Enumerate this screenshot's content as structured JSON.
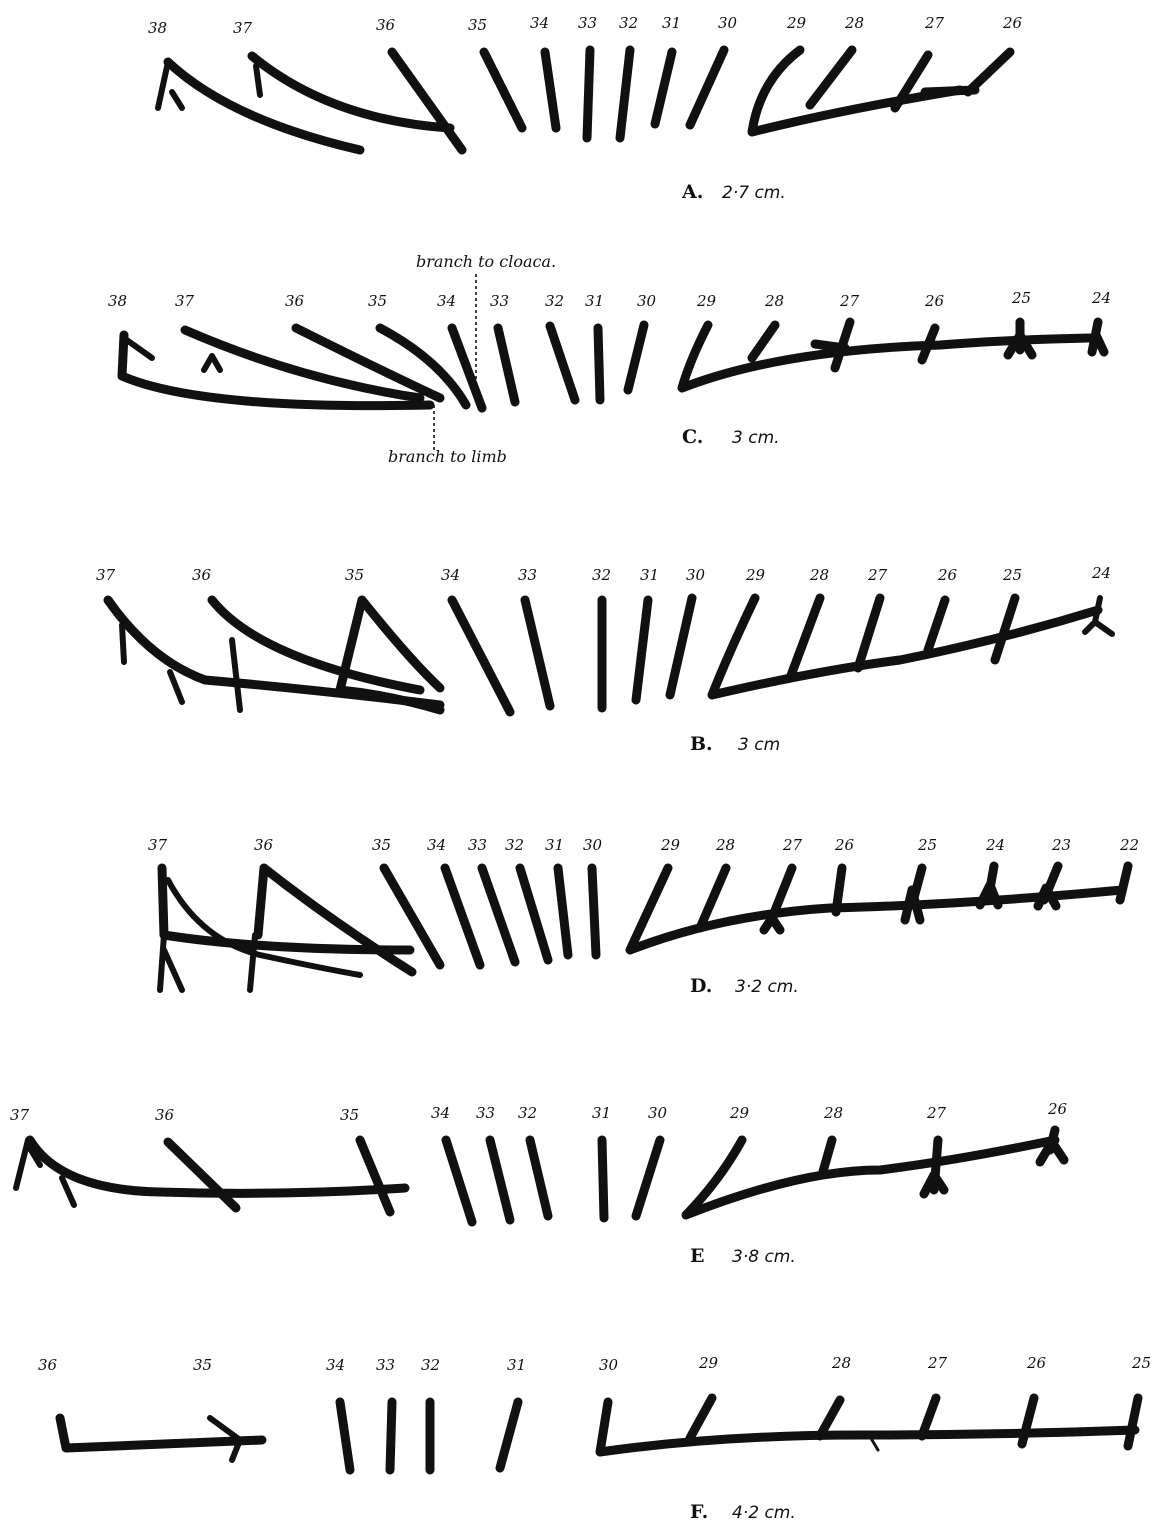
{
  "panels": {
    "A": {
      "letter": "A.",
      "size": "2·7 cm.",
      "labels": [
        "38",
        "37",
        "36",
        "35",
        "34",
        "33",
        "32",
        "31",
        "30",
        "29",
        "28",
        "27",
        "26"
      ]
    },
    "C": {
      "letter": "C.",
      "size": "3 cm.",
      "labels": [
        "38",
        "37",
        "36",
        "35",
        "34",
        "33",
        "32",
        "31",
        "30",
        "29",
        "28",
        "27",
        "26",
        "25",
        "24"
      ],
      "annotation_top": "branch to cloaca.",
      "annotation_bottom": "branch to limb"
    },
    "B": {
      "letter": "B.",
      "size": "3 cm",
      "labels": [
        "37",
        "36",
        "35",
        "34",
        "33",
        "32",
        "31",
        "30",
        "29",
        "28",
        "27",
        "26",
        "25",
        "24"
      ]
    },
    "D": {
      "letter": "D.",
      "size": "3·2 cm.",
      "labels": [
        "37",
        "36",
        "35",
        "34",
        "33",
        "32",
        "31",
        "30",
        "29",
        "28",
        "27",
        "26",
        "25",
        "24",
        "23",
        "22"
      ]
    },
    "E": {
      "letter": "E",
      "size": "3·8 cm.",
      "labels": [
        "37",
        "36",
        "35",
        "34",
        "33",
        "32",
        "31",
        "30",
        "29",
        "28",
        "27",
        "26"
      ]
    },
    "F": {
      "letter": "F.",
      "size": "4·2 cm.",
      "labels": [
        "36",
        "35",
        "34",
        "33",
        "32",
        "31",
        "30",
        "29",
        "28",
        "27",
        "26",
        "25"
      ]
    }
  }
}
